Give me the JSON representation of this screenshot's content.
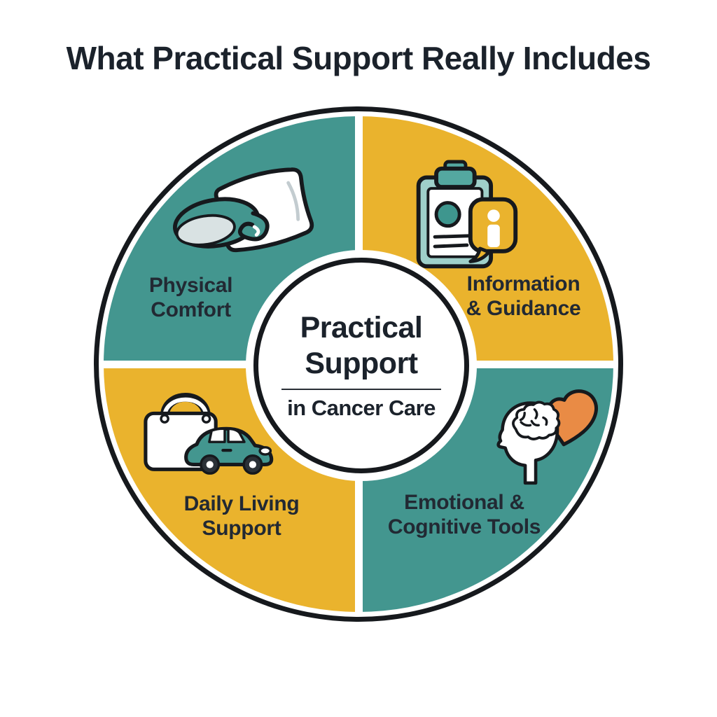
{
  "title": "What Practical Support Really Includes",
  "hub": {
    "title_line1": "Practical",
    "title_line2": "Support",
    "subtitle": "in Cancer Care"
  },
  "quadrants": {
    "top_left": {
      "label": [
        "Physical",
        "Comfort"
      ],
      "icon": "pillow-blanket-icon",
      "color": "#43968F"
    },
    "top_right": {
      "label": [
        "Information",
        "& Guidance"
      ],
      "icon": "clipboard-info-icon",
      "color": "#EAB32D"
    },
    "bottom_left": {
      "label": [
        "Daily Living",
        "Support"
      ],
      "icon": "shopping-bag-car-icon",
      "color": "#EAB32D"
    },
    "bottom_right": {
      "label": [
        "Emotional &",
        "Cognitive Tools"
      ],
      "icon": "head-heart-icon",
      "color": "#43968F"
    }
  },
  "colors": {
    "teal": "#43968F",
    "yellow": "#EAB32D",
    "orange": "#E98B45",
    "outline": "#16191D",
    "text": "#222933",
    "background": "#FFFFFF",
    "roll_face": "#D9E2E3",
    "clipboard_board": "#9FD0CA",
    "clipboard_clip": "#54A8A0"
  }
}
